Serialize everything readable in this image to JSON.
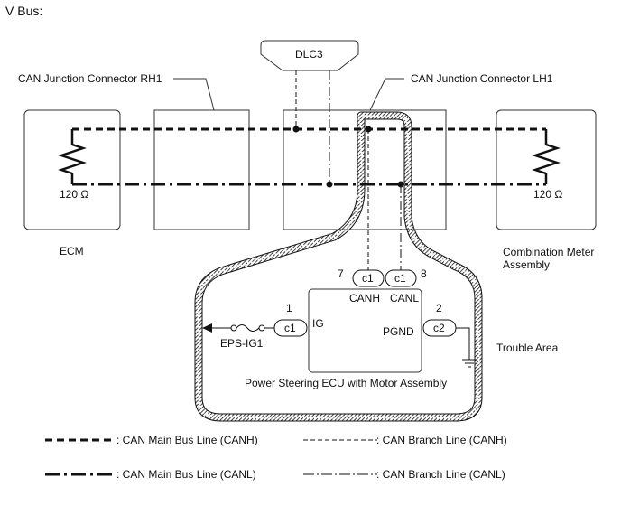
{
  "title": "V Bus:",
  "components": {
    "dlc3": "DLC3",
    "junction_rh": "CAN Junction Connector RH1",
    "junction_lh": "CAN Junction Connector LH1",
    "ecm": "ECM",
    "combination_meter_line1": "Combination Meter",
    "combination_meter_line2": "Assembly",
    "power_steering_ecu": "Power Steering ECU with Motor Assembly",
    "trouble_area": "Trouble Area",
    "fuse": "EPS-IG1"
  },
  "resistors": {
    "left": "120 Ω",
    "right": "120 Ω"
  },
  "connectors": {
    "canh": {
      "code": "c1",
      "pin": "7",
      "signal": "CANH"
    },
    "canl": {
      "code": "c1",
      "pin": "8",
      "signal": "CANL"
    },
    "ig": {
      "code": "c1",
      "pin": "1",
      "signal": "IG"
    },
    "pgnd": {
      "code": "c2",
      "pin": "2",
      "signal": "PGND"
    }
  },
  "legend": {
    "main_canh": ": CAN Main Bus Line (CANH)",
    "branch_canh": ": CAN Branch Line (CANH)",
    "main_canl": ": CAN Main Bus Line (CANL)",
    "branch_canl": ": CAN Branch Line (CANL)"
  }
}
